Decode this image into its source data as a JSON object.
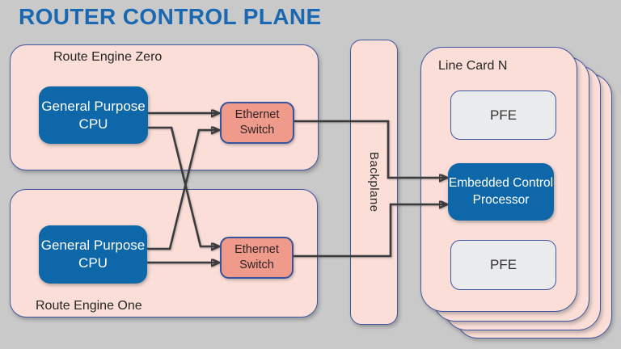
{
  "title": "ROUTER CONTROL PLANE",
  "route_engines": [
    {
      "label": "Route Engine Zero",
      "cpu_label": "General Purpose CPU",
      "switch_label": "Ethernet Switch"
    },
    {
      "label": "Route Engine One",
      "cpu_label": "General Purpose CPU",
      "switch_label": "Ethernet Switch"
    }
  ],
  "backplane": {
    "label": "Backplane"
  },
  "line_card": {
    "label": "Line Card N",
    "pfe_top_label": "PFE",
    "processor_label": "Embedded Control Processor",
    "pfe_bottom_label": "PFE",
    "stacked_cards": 4
  },
  "colors": {
    "background": "#C9C9C9",
    "panel_pink": "#FBDED7",
    "salmon": "#EF9A8B",
    "primary_blue": "#0E67A8",
    "border_blue": "#3D57A3",
    "pfe_gray": "#EAEBED",
    "title_blue": "#1A67B2",
    "arrow": "#3B3B3D"
  }
}
